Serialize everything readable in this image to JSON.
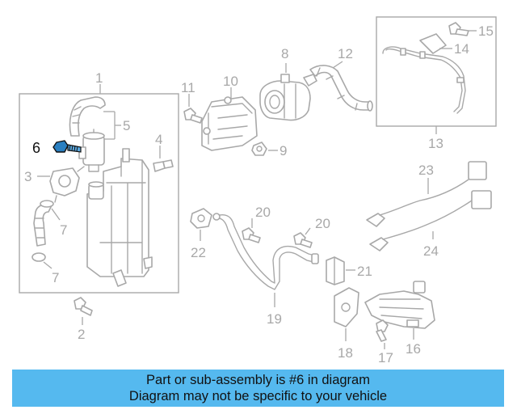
{
  "diagram": {
    "highlighted_part": "6",
    "callouts": {
      "c1": "1",
      "c2": "2",
      "c3": "3",
      "c4": "4",
      "c5": "5",
      "c6": "6",
      "c7a": "7",
      "c7b": "7",
      "c8": "8",
      "c9": "9",
      "c10": "10",
      "c11": "11",
      "c12": "12",
      "c13": "13",
      "c14": "14",
      "c15": "15",
      "c16": "16",
      "c17": "17",
      "c18": "18",
      "c19": "19",
      "c20a": "20",
      "c20b": "20",
      "c21": "21",
      "c22": "22",
      "c23": "23",
      "c24": "24"
    }
  },
  "banner": {
    "line1": "Part or sub-assembly is #6 in diagram",
    "line2": "Diagram may not be specific to your vehicle",
    "color": "#55b9ef"
  }
}
